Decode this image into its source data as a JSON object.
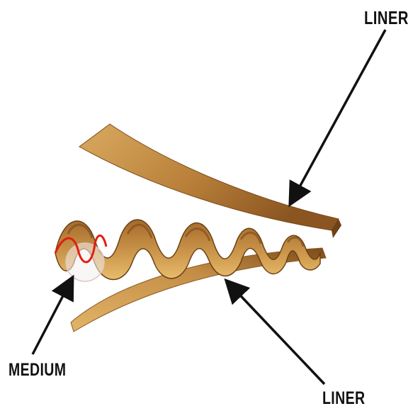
{
  "labels": {
    "top_liner": "LINER",
    "medium": "MEDIUM",
    "bottom_liner": "LINER"
  },
  "colors": {
    "liner_light": "#d6a55a",
    "liner_dark": "#8a5520",
    "medium_dark": "#5a3a14",
    "highlight": "#e02010",
    "arrow": "#111111"
  }
}
